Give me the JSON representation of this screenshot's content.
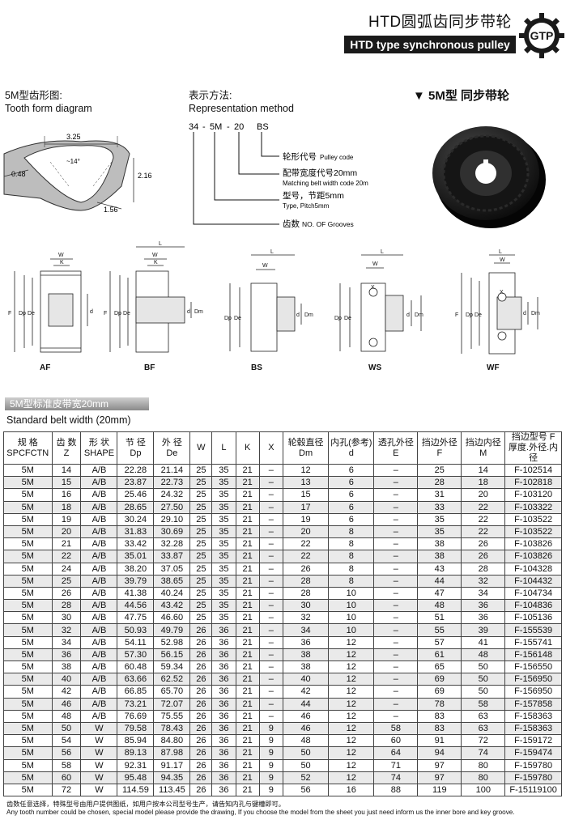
{
  "header": {
    "title_cn": "HTD圆弧齿同步带轮",
    "title_en": "HTD type synchronous pulley",
    "logo_text": "GTP"
  },
  "tooth_form": {
    "title_cn": "5M型齿形图:",
    "title_en": "Tooth form diagram",
    "dim_top": "3.25",
    "dim_angle": "~14°",
    "dim_left": "0.48",
    "dim_right": "2.16",
    "dim_bottom": "1.56"
  },
  "representation": {
    "title_cn": "表示方法:",
    "title_en": "Representation method",
    "code_parts": [
      "34",
      "5M",
      "20",
      "BS"
    ],
    "code_seps": [
      "-",
      "-"
    ],
    "items": [
      {
        "cn": "轮形代号",
        "en": "Pulley code"
      },
      {
        "cn": "配带宽度代号20mm",
        "en": "Matching belt width code 20mm"
      },
      {
        "cn": "型号，节距5mm",
        "en": "Type, Pitch5mm"
      },
      {
        "cn": "齿数",
        "en": "NO. OF Grooves"
      }
    ]
  },
  "product": {
    "marker": "▼",
    "title": "5M型  同步带轮"
  },
  "shapes": [
    {
      "label": "AF"
    },
    {
      "label": "BF"
    },
    {
      "label": "BS"
    },
    {
      "label": "WS"
    },
    {
      "label": "WF"
    }
  ],
  "dim_letters": {
    "W": "W",
    "K": "K",
    "L": "L",
    "X": "X",
    "F": "F",
    "Dp": "Dp",
    "De": "De",
    "d": "d",
    "Dm": "Dm",
    "M": "M"
  },
  "section": {
    "bar_title": "5M型标准皮带宽20mm",
    "subtitle": "Standard belt width (20mm)"
  },
  "table": {
    "headers": [
      [
        "规  格",
        "SPCFCTN"
      ],
      [
        "齿  数",
        "Z"
      ],
      [
        "形 状",
        "SHAPE"
      ],
      [
        "节  径",
        "Dp"
      ],
      [
        "外  径",
        "De"
      ],
      [
        "W",
        ""
      ],
      [
        "L",
        ""
      ],
      [
        "K",
        ""
      ],
      [
        "X",
        ""
      ],
      [
        "轮毂直径",
        "Dm"
      ],
      [
        "内孔(参考)",
        "d"
      ],
      [
        "透孔外径",
        "E"
      ],
      [
        "挡边外径",
        "F"
      ],
      [
        "挡边内径",
        "M"
      ],
      [
        "挡边型号  F",
        "厚度.外径.内径"
      ]
    ],
    "rows": [
      [
        "5M",
        "14",
        "A/B",
        "22.28",
        "21.14",
        "25",
        "35",
        "21",
        "–",
        "12",
        "6",
        "–",
        "25",
        "14",
        "F-102514"
      ],
      [
        "5M",
        "15",
        "A/B",
        "23.87",
        "22.73",
        "25",
        "35",
        "21",
        "–",
        "13",
        "6",
        "–",
        "28",
        "18",
        "F-102818"
      ],
      [
        "5M",
        "16",
        "A/B",
        "25.46",
        "24.32",
        "25",
        "35",
        "21",
        "–",
        "15",
        "6",
        "–",
        "31",
        "20",
        "F-103120"
      ],
      [
        "5M",
        "18",
        "A/B",
        "28.65",
        "27.50",
        "25",
        "35",
        "21",
        "–",
        "17",
        "6",
        "–",
        "33",
        "22",
        "F-103322"
      ],
      [
        "5M",
        "19",
        "A/B",
        "30.24",
        "29.10",
        "25",
        "35",
        "21",
        "–",
        "19",
        "6",
        "–",
        "35",
        "22",
        "F-103522"
      ],
      [
        "5M",
        "20",
        "A/B",
        "31.83",
        "30.69",
        "25",
        "35",
        "21",
        "–",
        "20",
        "8",
        "–",
        "35",
        "22",
        "F-103522"
      ],
      [
        "5M",
        "21",
        "A/B",
        "33.42",
        "32.28",
        "25",
        "35",
        "21",
        "–",
        "22",
        "8",
        "–",
        "38",
        "26",
        "F-103826"
      ],
      [
        "5M",
        "22",
        "A/B",
        "35.01",
        "33.87",
        "25",
        "35",
        "21",
        "–",
        "22",
        "8",
        "–",
        "38",
        "26",
        "F-103826"
      ],
      [
        "5M",
        "24",
        "A/B",
        "38.20",
        "37.05",
        "25",
        "35",
        "21",
        "–",
        "26",
        "8",
        "–",
        "43",
        "28",
        "F-104328"
      ],
      [
        "5M",
        "25",
        "A/B",
        "39.79",
        "38.65",
        "25",
        "35",
        "21",
        "–",
        "28",
        "8",
        "–",
        "44",
        "32",
        "F-104432"
      ],
      [
        "5M",
        "26",
        "A/B",
        "41.38",
        "40.24",
        "25",
        "35",
        "21",
        "–",
        "28",
        "10",
        "–",
        "47",
        "34",
        "F-104734"
      ],
      [
        "5M",
        "28",
        "A/B",
        "44.56",
        "43.42",
        "25",
        "35",
        "21",
        "–",
        "30",
        "10",
        "–",
        "48",
        "36",
        "F-104836"
      ],
      [
        "5M",
        "30",
        "A/B",
        "47.75",
        "46.60",
        "25",
        "35",
        "21",
        "–",
        "32",
        "10",
        "–",
        "51",
        "36",
        "F-105136"
      ],
      [
        "5M",
        "32",
        "A/B",
        "50.93",
        "49.79",
        "26",
        "36",
        "21",
        "–",
        "34",
        "10",
        "–",
        "55",
        "39",
        "F-155539"
      ],
      [
        "5M",
        "34",
        "A/B",
        "54.11",
        "52.98",
        "26",
        "36",
        "21",
        "–",
        "36",
        "12",
        "–",
        "57",
        "41",
        "F-155741"
      ],
      [
        "5M",
        "36",
        "A/B",
        "57.30",
        "56.15",
        "26",
        "36",
        "21",
        "–",
        "38",
        "12",
        "–",
        "61",
        "48",
        "F-156148"
      ],
      [
        "5M",
        "38",
        "A/B",
        "60.48",
        "59.34",
        "26",
        "36",
        "21",
        "–",
        "38",
        "12",
        "–",
        "65",
        "50",
        "F-156550"
      ],
      [
        "5M",
        "40",
        "A/B",
        "63.66",
        "62.52",
        "26",
        "36",
        "21",
        "–",
        "40",
        "12",
        "–",
        "69",
        "50",
        "F-156950"
      ],
      [
        "5M",
        "42",
        "A/B",
        "66.85",
        "65.70",
        "26",
        "36",
        "21",
        "–",
        "42",
        "12",
        "–",
        "69",
        "50",
        "F-156950"
      ],
      [
        "5M",
        "46",
        "A/B",
        "73.21",
        "72.07",
        "26",
        "36",
        "21",
        "–",
        "44",
        "12",
        "–",
        "78",
        "58",
        "F-157858"
      ],
      [
        "5M",
        "48",
        "A/B",
        "76.69",
        "75.55",
        "26",
        "36",
        "21",
        "–",
        "46",
        "12",
        "–",
        "83",
        "63",
        "F-158363"
      ],
      [
        "5M",
        "50",
        "W",
        "79.58",
        "78.43",
        "26",
        "36",
        "21",
        "9",
        "46",
        "12",
        "58",
        "83",
        "63",
        "F-158363"
      ],
      [
        "5M",
        "54",
        "W",
        "85.94",
        "84.80",
        "26",
        "36",
        "21",
        "9",
        "48",
        "12",
        "60",
        "91",
        "72",
        "F-159172"
      ],
      [
        "5M",
        "56",
        "W",
        "89.13",
        "87.98",
        "26",
        "36",
        "21",
        "9",
        "50",
        "12",
        "64",
        "94",
        "74",
        "F-159474"
      ],
      [
        "5M",
        "58",
        "W",
        "92.31",
        "91.17",
        "26",
        "36",
        "21",
        "9",
        "50",
        "12",
        "71",
        "97",
        "80",
        "F-159780"
      ],
      [
        "5M",
        "60",
        "W",
        "95.48",
        "94.35",
        "26",
        "36",
        "21",
        "9",
        "52",
        "12",
        "74",
        "97",
        "80",
        "F-159780"
      ],
      [
        "5M",
        "72",
        "W",
        "114.59",
        "113.45",
        "26",
        "36",
        "21",
        "9",
        "56",
        "16",
        "88",
        "119",
        "100",
        "F-15119100"
      ]
    ]
  },
  "footnote": {
    "cn": "齿数任意选择，特殊型号由用户提供图纸，如用户按本公司型号生产，请告知内孔与键槽即可。",
    "en": "Any tooth number could be chosen, special model please provide the drawing, If you choose the model from the sheet you just need inform us the inner bore and key groove."
  }
}
